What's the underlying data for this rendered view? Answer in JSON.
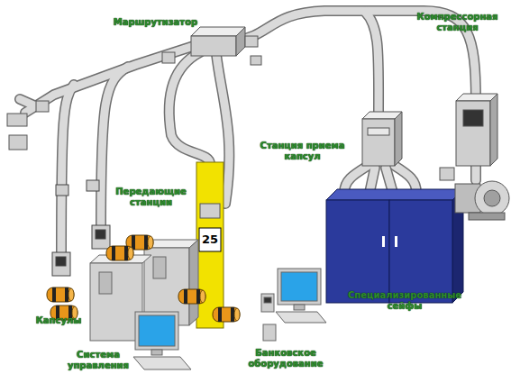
{
  "diagram": {
    "labels": [
      "Маршрутизатор",
      "Компрессорная станция",
      "Станция приема капсул",
      "Передающие станции",
      "25",
      "Специализированные сейфы",
      "Капсулы",
      "Банковское оборудование",
      "Система управления"
    ]
  }
}
